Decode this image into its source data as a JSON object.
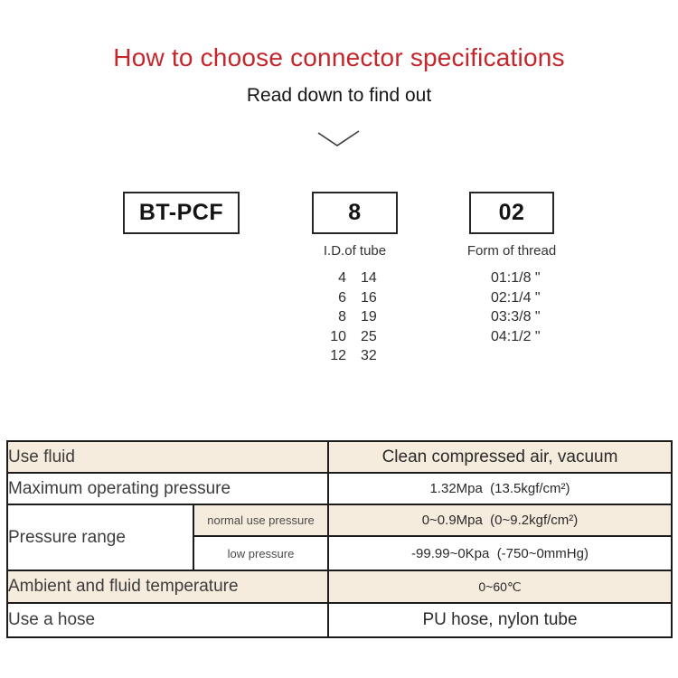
{
  "header": {
    "title": "How to choose connector specifications",
    "subtitle": "Read down to find out"
  },
  "code_boxes": {
    "model": "BT-PCF",
    "size": "8",
    "thread": "02"
  },
  "tube_sizes": {
    "caption": "I.D.of tube",
    "rows": [
      [
        "4",
        "14"
      ],
      [
        "6",
        "16"
      ],
      [
        "8",
        "19"
      ],
      [
        "10",
        "25"
      ],
      [
        "12",
        "32"
      ]
    ]
  },
  "thread_forms": {
    "caption": "Form of thread",
    "items": [
      "01:1/8 \"",
      "02:1/4 \"",
      "03:3/8 \"",
      "04:1/2 \""
    ]
  },
  "spec_table": {
    "rows": [
      {
        "label": "Use fluid",
        "value": "Clean compressed air, vacuum"
      },
      {
        "label": "Maximum operating pressure",
        "value": "1.32Mpa  (13.5kgf/cm²)"
      },
      {
        "label": "Pressure range",
        "sub_rows": [
          {
            "label": "normal use pressure",
            "value": "0~0.9Mpa  (0~9.2kgf/cm²)"
          },
          {
            "label": "low pressure",
            "value": "-99.99~0Kpa  (-750~0mmHg)"
          }
        ]
      },
      {
        "label": "Ambient and fluid temperature",
        "value": "0~60℃"
      },
      {
        "label": "Use a hose",
        "value": "PU hose, nylon tube"
      }
    ]
  },
  "colors": {
    "title_red": "#c5262b",
    "row_beige": "#f5ecdd",
    "border_dark": "#1c1c1c"
  }
}
